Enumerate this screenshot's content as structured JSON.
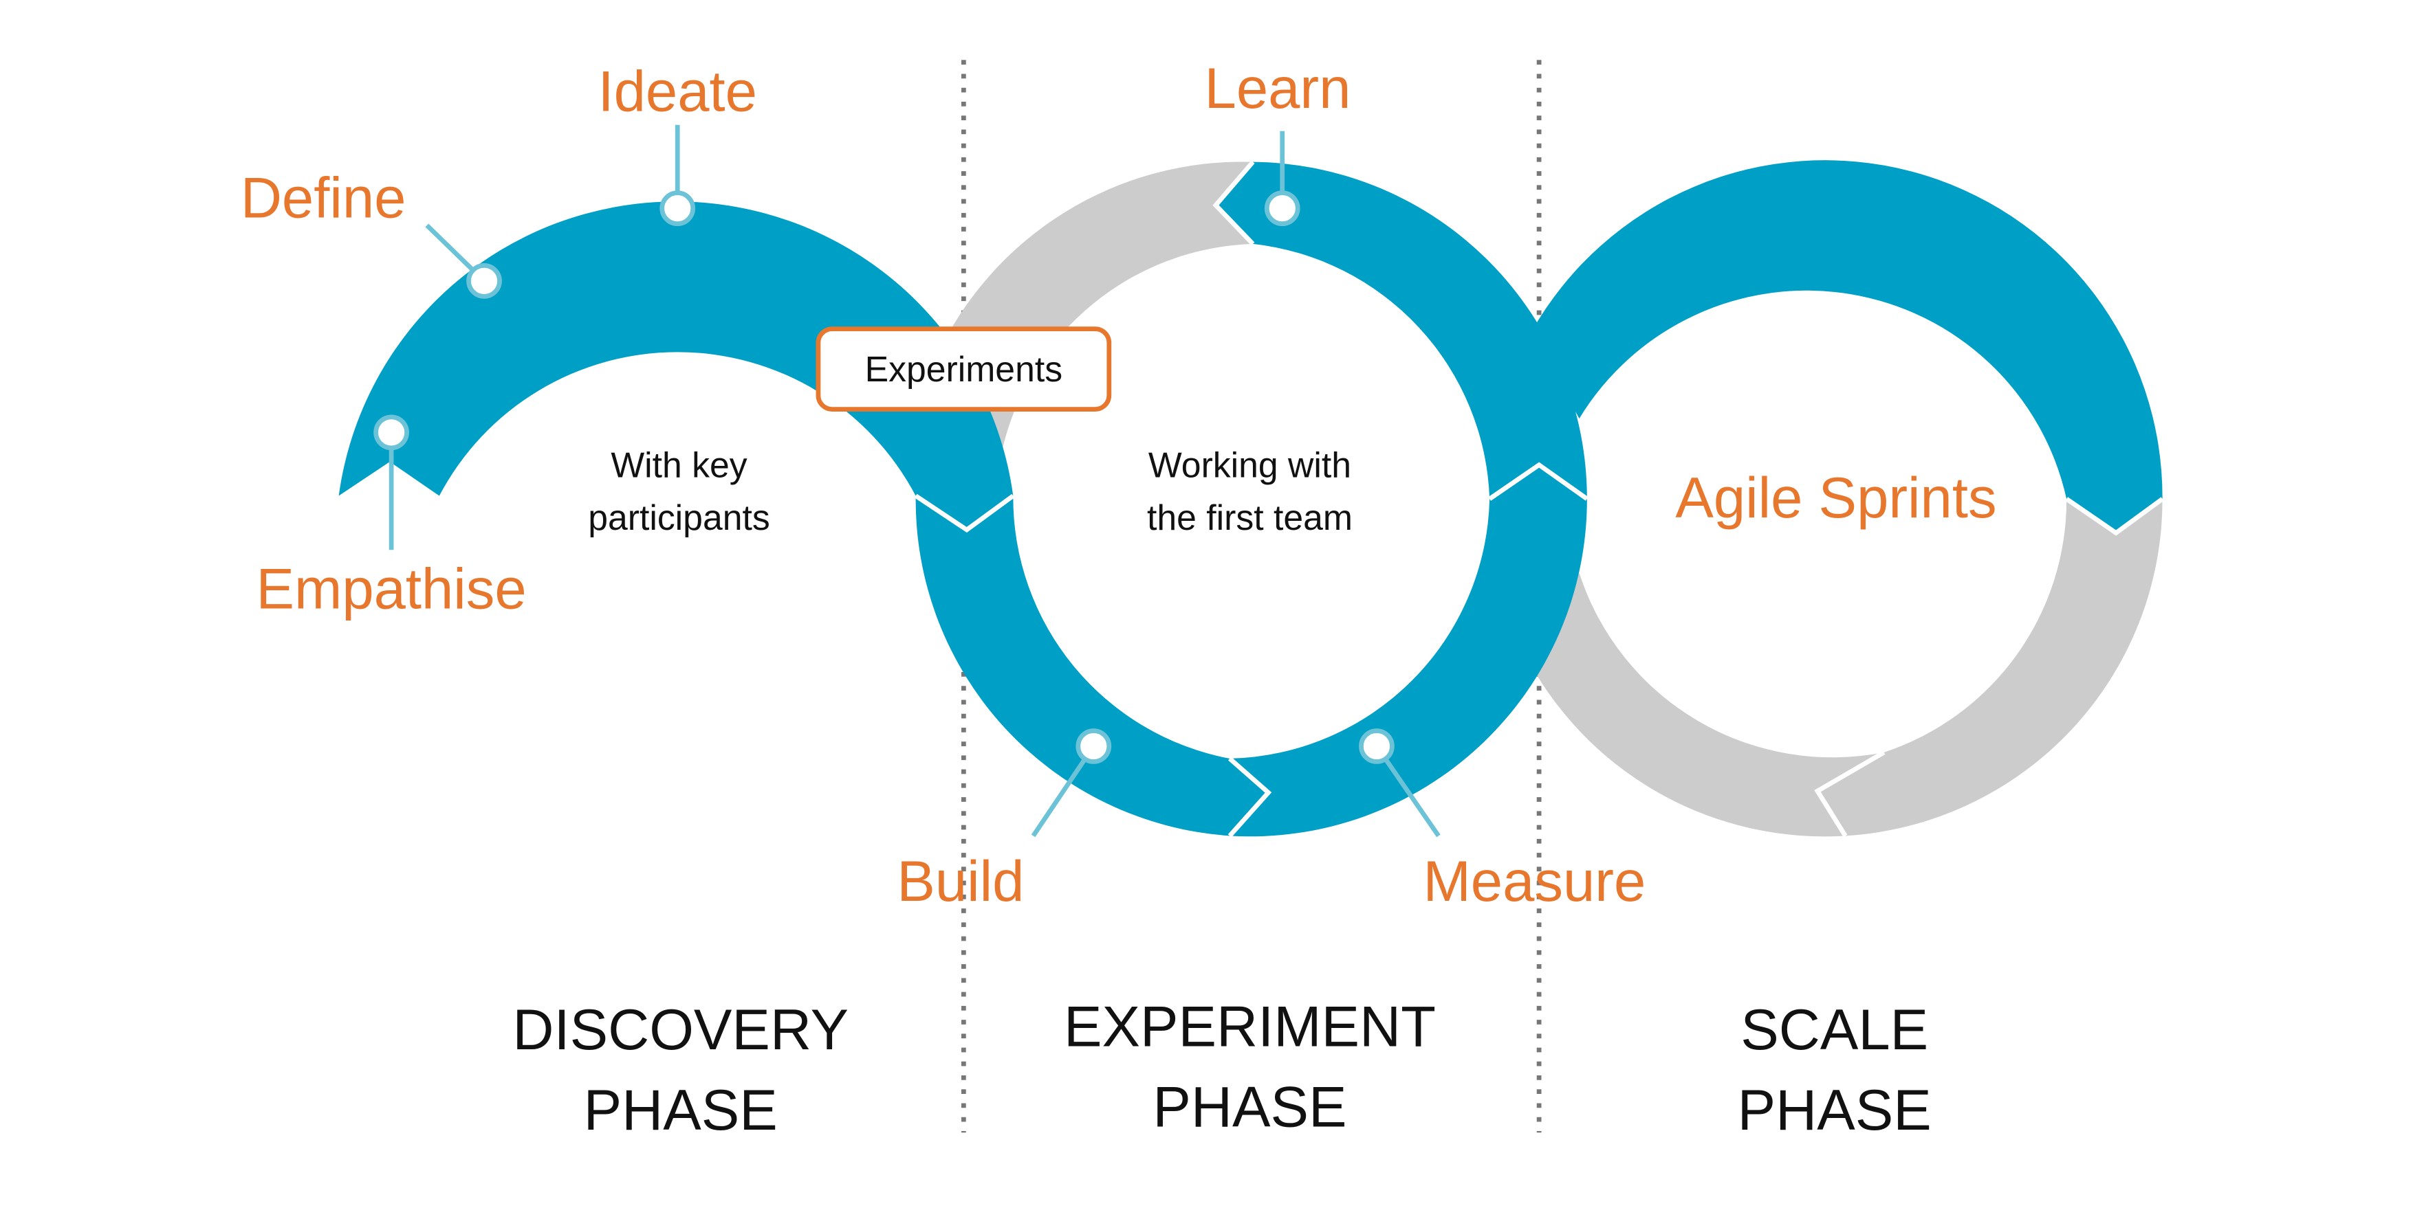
{
  "colors": {
    "ring_blue": "#009fc6",
    "ring_gray": "#cccccc",
    "accent_orange": "#e8772e",
    "marker_blue": "#6cc3d8",
    "divider": "#777777"
  },
  "steps": {
    "empathise": "Empathise",
    "define": "Define",
    "ideate": "Ideate",
    "build": "Build",
    "measure": "Measure",
    "learn": "Learn"
  },
  "callout": {
    "experiments": "Experiments"
  },
  "notes": {
    "discovery_line1": "With key",
    "discovery_line2": "participants",
    "experiment_line1": "Working with",
    "experiment_line2": "the first team",
    "scale_title": "Agile Sprints"
  },
  "phases": [
    {
      "line1": "DISCOVERY",
      "line2": "PHASE"
    },
    {
      "line1": "EXPERIMENT",
      "line2": "PHASE"
    },
    {
      "line1": "SCALE",
      "line2": "PHASE"
    }
  ]
}
